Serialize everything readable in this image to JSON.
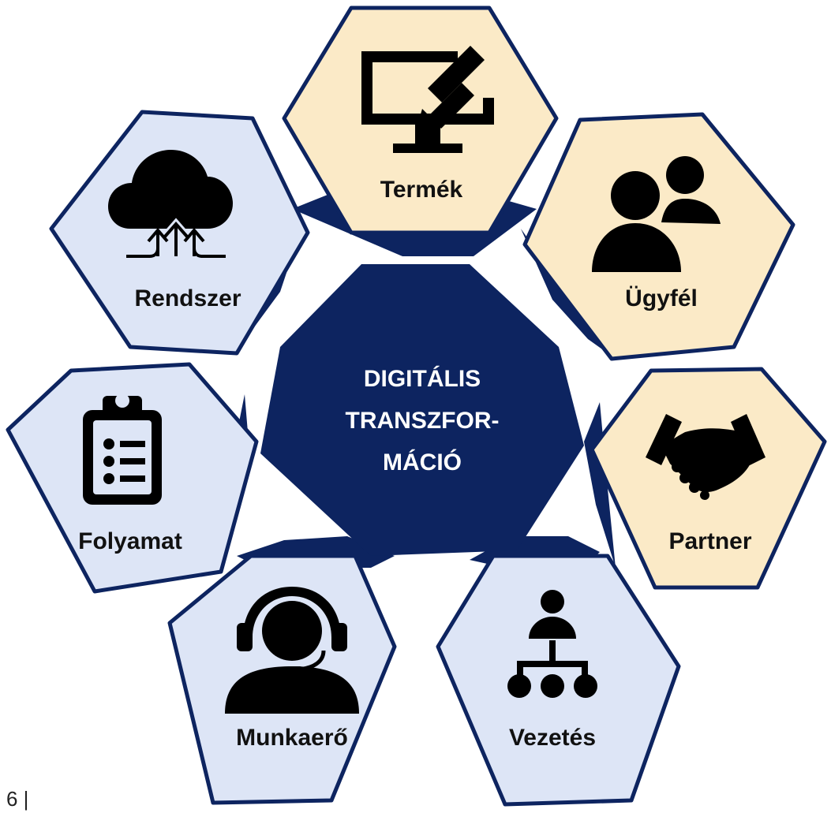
{
  "center": {
    "lines": [
      "DIGITÁLIS",
      "TRANSZFOR-",
      "MÁCIÓ"
    ]
  },
  "nodes": [
    {
      "key": "termek",
      "label": "Termék",
      "icon": "monitor-pen-icon"
    },
    {
      "key": "ugyfel",
      "label": "Ügyfél",
      "icon": "users-icon"
    },
    {
      "key": "partner",
      "label": "Partner",
      "icon": "handshake-icon"
    },
    {
      "key": "vezetes",
      "label": "Vezetés",
      "icon": "org-chart-icon"
    },
    {
      "key": "munkaero",
      "label": "Munkaerő",
      "icon": "headset-person-icon"
    },
    {
      "key": "folyamat",
      "label": "Folyamat",
      "icon": "clipboard-list-icon"
    },
    {
      "key": "rendszer",
      "label": "Rendszer",
      "icon": "cloud-upload-icon"
    }
  ],
  "page_number": "6 |",
  "colors": {
    "navy": "#0d2460",
    "cream": "#fbeac7",
    "light_blue": "#dde5f6",
    "icon": "#000000"
  }
}
